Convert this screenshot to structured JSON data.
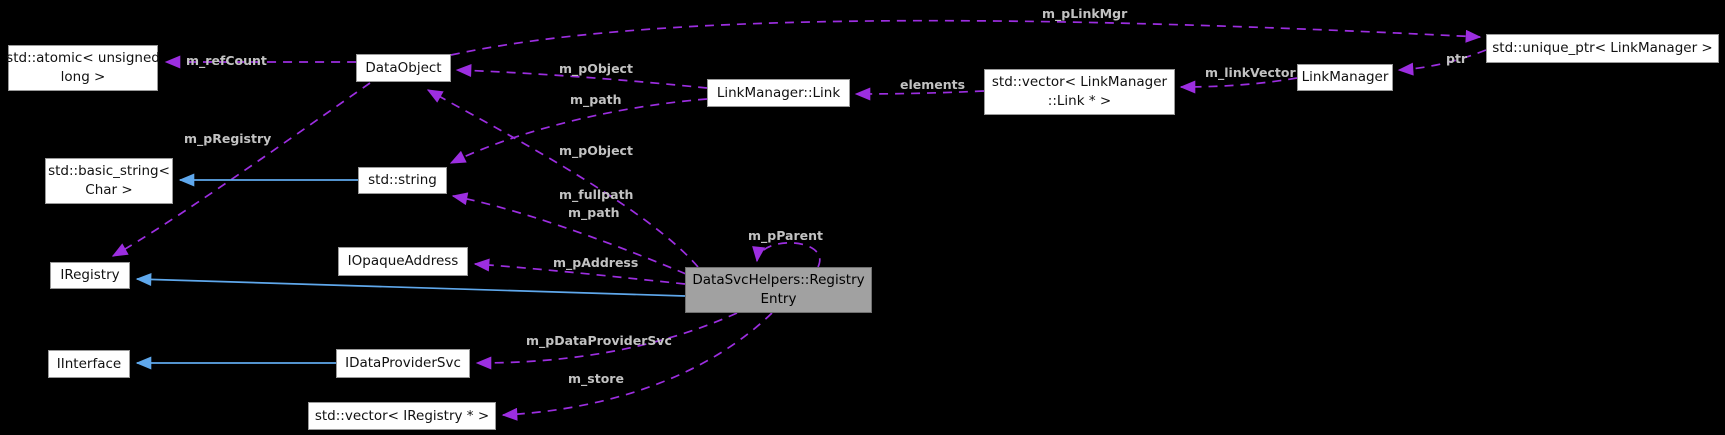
{
  "diagram": {
    "type": "collaboration-graph",
    "colors": {
      "background": "#000000",
      "usage_edge": "#9c2ee0",
      "inheritance_edge": "#5fa8ec",
      "node_background": "#ffffff",
      "node_border": "#9a9a9a",
      "focus_node_background": "#a1a1a1",
      "edge_label_text": "#c2c2c2",
      "node_text": "#111111"
    },
    "nodes": {
      "atomic": {
        "line1": "std::atomic< unsigned",
        "line2": "long >"
      },
      "data_object": {
        "label": "DataObject"
      },
      "basic_string": {
        "line1": "std::basic_string<",
        "line2": "Char >"
      },
      "std_string": {
        "label": "std::string"
      },
      "iregistry": {
        "label": "IRegistry"
      },
      "iopaque_address": {
        "label": "IOpaqueAddress"
      },
      "iinterface": {
        "label": "IInterface"
      },
      "idata_provider_svc": {
        "label": "IDataProviderSvc"
      },
      "vector_iregistry": {
        "label": "std::vector< IRegistry * >"
      },
      "registry_entry": {
        "line1": "DataSvcHelpers::Registry",
        "line2": "Entry"
      },
      "link_manager_link": {
        "label": "LinkManager::Link"
      },
      "vector_link": {
        "line1": "std::vector< LinkManager",
        "line2": "::Link * >"
      },
      "link_manager": {
        "label": "LinkManager"
      },
      "unique_ptr": {
        "label": "std::unique_ptr< LinkManager >"
      }
    },
    "edges": [
      {
        "label": "m_refCount",
        "from": "DataObject",
        "to": "std::atomic< unsigned long >",
        "type": "usage"
      },
      {
        "label": "m_pRegistry",
        "from": "DataObject",
        "to": "IRegistry",
        "type": "usage"
      },
      {
        "label": "m_pLinkMgr",
        "from": "DataObject",
        "to": "std::unique_ptr< LinkManager >",
        "type": "usage"
      },
      {
        "label": "m_pObject",
        "from": "LinkManager::Link",
        "to": "DataObject",
        "type": "usage"
      },
      {
        "label": "m_path",
        "from": "LinkManager::Link",
        "to": "std::string",
        "type": "usage"
      },
      {
        "label": "elements",
        "from": "std::vector< LinkManager::Link * >",
        "to": "LinkManager::Link",
        "type": "usage"
      },
      {
        "label": "m_linkVector",
        "from": "LinkManager",
        "to": "std::vector< LinkManager::Link * >",
        "type": "usage"
      },
      {
        "label": "ptr",
        "from": "std::unique_ptr< LinkManager >",
        "to": "LinkManager",
        "type": "usage"
      },
      {
        "label": "m_pObject",
        "from": "DataSvcHelpers::RegistryEntry",
        "to": "DataObject",
        "type": "usage"
      },
      {
        "label": "m_fullpath",
        "label2": "m_path",
        "from": "DataSvcHelpers::RegistryEntry",
        "to": "std::string",
        "type": "usage"
      },
      {
        "label": "m_pParent",
        "from": "DataSvcHelpers::RegistryEntry",
        "to": "DataSvcHelpers::RegistryEntry",
        "type": "usage"
      },
      {
        "label": "m_pAddress",
        "from": "DataSvcHelpers::RegistryEntry",
        "to": "IOpaqueAddress",
        "type": "usage"
      },
      {
        "label": "m_pDataProviderSvc",
        "from": "DataSvcHelpers::RegistryEntry",
        "to": "IDataProviderSvc",
        "type": "usage"
      },
      {
        "label": "m_store",
        "from": "DataSvcHelpers::RegistryEntry",
        "to": "std::vector< IRegistry * >",
        "type": "usage"
      },
      {
        "label": "",
        "from": "std::string",
        "to": "std::basic_string< Char >",
        "type": "inheritance"
      },
      {
        "label": "",
        "from": "DataSvcHelpers::RegistryEntry",
        "to": "IRegistry",
        "type": "inheritance"
      },
      {
        "label": "",
        "from": "IDataProviderSvc",
        "to": "IInterface",
        "type": "inheritance"
      }
    ]
  }
}
